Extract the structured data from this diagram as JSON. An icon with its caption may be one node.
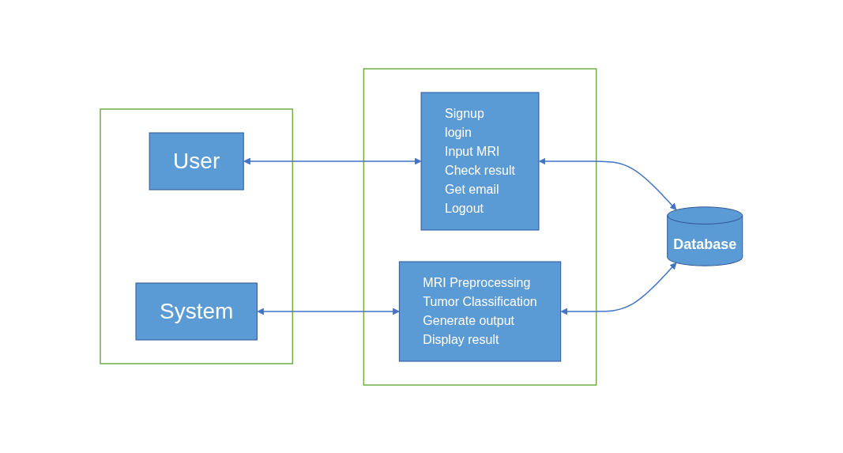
{
  "diagram": {
    "nodes": [
      {
        "text": [],
        "shape": "box"
      },
      {
        "text": [
          "User"
        ],
        "in": 0
      },
      {
        "text": [
          "System"
        ],
        "in": 0
      },
      {
        "text": [],
        "shape": "box"
      },
      {
        "text": [
          "Signup",
          "login",
          "Input MRI",
          "Check result",
          "Get email",
          "Logout"
        ],
        "in": 3
      },
      {
        "text": [
          "MRI Preprocessing",
          "Tumor Classification",
          "Generate output",
          "Display result"
        ],
        "in": 3
      },
      {
        "text": [
          "Database"
        ]
      }
    ],
    "edges": [
      {
        "from": 1,
        "to": 4,
        "arrow": "both"
      },
      {
        "from": 2,
        "to": 5,
        "arrow": "both"
      },
      {
        "from": 4,
        "to": 6,
        "arrow": "both"
      },
      {
        "from": 5,
        "to": 6,
        "arrow": "both"
      }
    ]
  }
}
